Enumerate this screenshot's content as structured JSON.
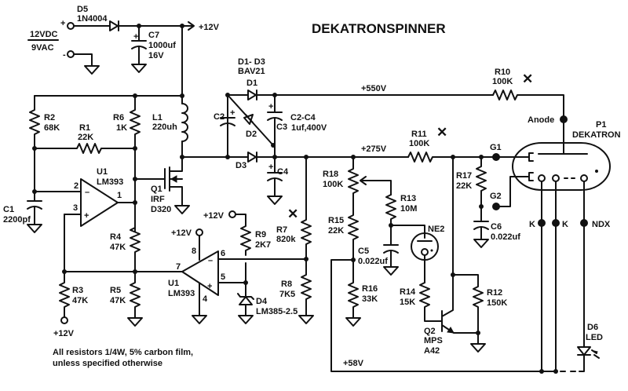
{
  "title": "DEKATRONSPINNER",
  "note": [
    "All resistors 1/4W, 5% carbon film,",
    "unless specified otherwise"
  ],
  "rails": {
    "v12": "+12V",
    "v550": "+550V",
    "v275": "+275V",
    "v58": "+58V"
  },
  "power_input": {
    "top": "12VDC",
    "bottom": "9VAC",
    "plus": "+",
    "minus": "-"
  },
  "components": {
    "D5": {
      "ref": "D5",
      "value": "1N4004"
    },
    "C7": {
      "ref": "C7",
      "value": "1000uf",
      "rating": "16V"
    },
    "D1D3": {
      "ref": "D1- D3",
      "value": "BAV21"
    },
    "D1": {
      "ref": "D1"
    },
    "D2": {
      "ref": "D2"
    },
    "D3": {
      "ref": "D3"
    },
    "C2": {
      "ref": "C2"
    },
    "C3": {
      "ref": "C3"
    },
    "C4": {
      "ref": "C4"
    },
    "C2C4": {
      "ref": "C2-C4",
      "value": "1uf,400V"
    },
    "R10": {
      "ref": "R10",
      "value": "100K"
    },
    "R2": {
      "ref": "R2",
      "value": "68K"
    },
    "R1": {
      "ref": "R1",
      "value": "22K"
    },
    "R6": {
      "ref": "R6",
      "value": "1K"
    },
    "L1": {
      "ref": "L1",
      "value": "220uh"
    },
    "U1a": {
      "ref": "U1",
      "value": "LM393",
      "pins": [
        "2",
        "3",
        "1"
      ]
    },
    "Q1": {
      "ref": "Q1",
      "value1": "IRF",
      "value2": "D320"
    },
    "C1": {
      "ref": "C1",
      "value": "2200pf"
    },
    "R4": {
      "ref": "R4",
      "value": "47K"
    },
    "R3": {
      "ref": "R3",
      "value": "47K"
    },
    "R5": {
      "ref": "R5",
      "value": "47K"
    },
    "U1b": {
      "ref": "U1",
      "value": "LM393",
      "pins": [
        "8",
        "7",
        "6",
        "5",
        "4"
      ]
    },
    "R9": {
      "ref": "R9",
      "value": "2K7"
    },
    "D4": {
      "ref": "D4",
      "value": "LM385-2.5"
    },
    "R7": {
      "ref": "R7",
      "value": "820k"
    },
    "R8": {
      "ref": "R8",
      "value": "7K5"
    },
    "R11": {
      "ref": "R11",
      "value": "100K"
    },
    "R18": {
      "ref": "R18",
      "value": "100K"
    },
    "R13": {
      "ref": "R13",
      "value": "10M"
    },
    "R15": {
      "ref": "R15",
      "value": "22K"
    },
    "C5": {
      "ref": "C5",
      "value": "0.022uf"
    },
    "NE2": {
      "ref": "NE2"
    },
    "R16": {
      "ref": "R16",
      "value": "33K"
    },
    "R14": {
      "ref": "R14",
      "value": "15K"
    },
    "R12": {
      "ref": "R12",
      "value": "150K"
    },
    "Q2": {
      "ref": "Q2",
      "value1": "MPS",
      "value2": "A42"
    },
    "R17": {
      "ref": "R17",
      "value": "22K"
    },
    "C6": {
      "ref": "C6",
      "value": "0.022uf"
    },
    "P1": {
      "ref": "P1",
      "value": "DEKATRON"
    },
    "D6": {
      "ref": "D6",
      "value": "LED"
    }
  },
  "dekatron_pins": {
    "anode": "Anode",
    "g1": "G1",
    "g2": "G2",
    "k1": "K",
    "k2": "K",
    "ndx": "NDX"
  },
  "marks": {
    "x": "✕"
  }
}
